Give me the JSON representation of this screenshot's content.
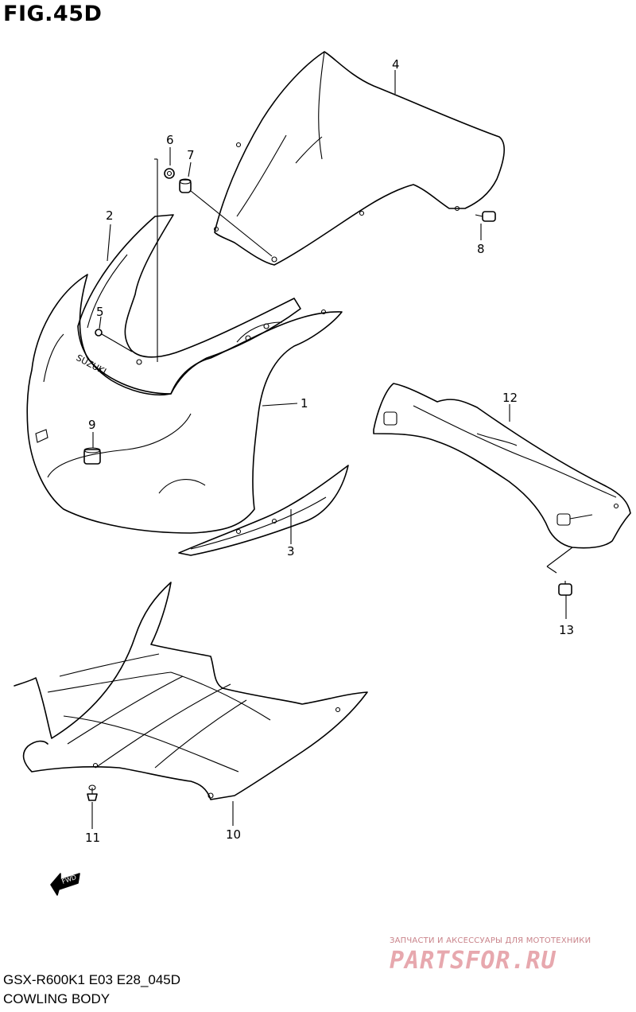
{
  "figure": {
    "title": "FIG.45D",
    "model_code": "GSX-R600K1 E03 E28_045D",
    "name": "COWLING BODY"
  },
  "emblem_text": "SUZUKI",
  "direction_marker": "FWD",
  "callouts": [
    "1",
    "2",
    "3",
    "4",
    "5",
    "6",
    "7",
    "8",
    "9",
    "10",
    "11",
    "12",
    "13"
  ],
  "watermark": {
    "tagline": "ЗАПЧАСТИ И АКСЕССУАРЫ ДЛЯ МОТОТЕХНИКИ",
    "logo": "PARTSFOR.RU"
  }
}
